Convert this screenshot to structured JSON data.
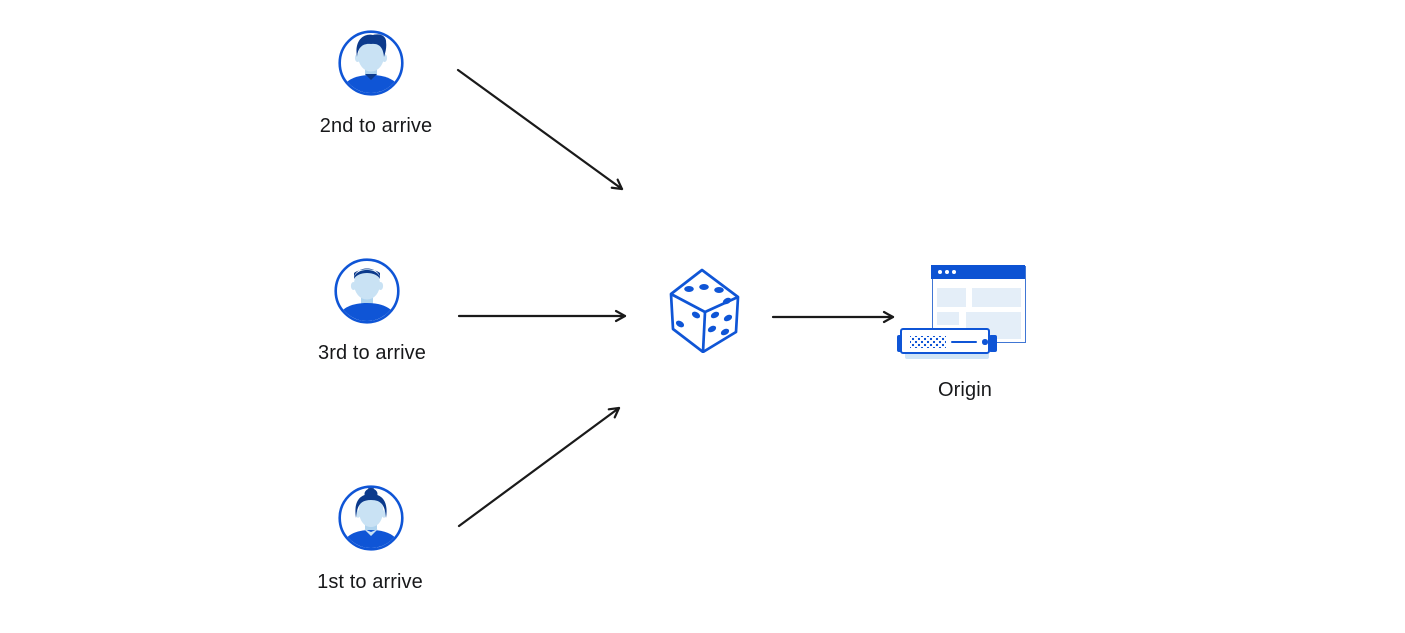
{
  "palette": {
    "accent_blue": "#0f55d6",
    "dark_navy_hair": "#0c3a8c",
    "skin_light_blue": "#c9e2f4",
    "panel_light_blue": "#e4eef8",
    "titlebar_blue": "#0d53d3",
    "arrow_black": "#1a1a1a",
    "text_color": "#17181a",
    "background": "#ffffff"
  },
  "icons": {
    "visitor_top": "male-avatar-icon",
    "visitor_middle": "male-avatar-icon",
    "visitor_bottom": "female-avatar-icon",
    "randomizer": "dice-icon",
    "origin": "origin-server-icon"
  },
  "nodes": {
    "visitor_top": {
      "label": "2nd to arrive"
    },
    "visitor_middle": {
      "label": "3rd to arrive"
    },
    "visitor_bottom": {
      "label": "1st to arrive"
    },
    "origin": {
      "label": "Origin"
    }
  },
  "edges": [
    {
      "from": "visitor_top",
      "to": "randomizer"
    },
    {
      "from": "visitor_middle",
      "to": "randomizer"
    },
    {
      "from": "visitor_bottom",
      "to": "randomizer"
    },
    {
      "from": "randomizer",
      "to": "origin"
    }
  ]
}
